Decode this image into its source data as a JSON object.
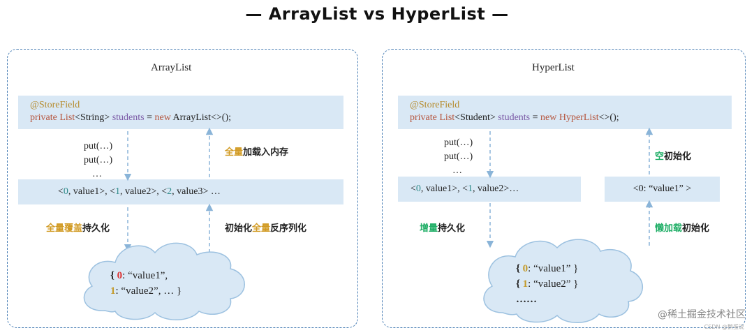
{
  "title": "— ArrayList  vs  HyperList —",
  "left": {
    "panel_title": "ArrayList",
    "annotation": "@StoreField",
    "code": {
      "kw1": "private ",
      "t1": "List",
      "g1": "<String> ",
      "var": "students",
      "eq": " = ",
      "kw2": "new ",
      "t2": "ArrayList",
      "end": "<>();"
    },
    "put_lines": [
      "put(…)",
      "put(…)",
      "…"
    ],
    "right_label": {
      "a": "全量",
      "b": "加载入内存"
    },
    "bar": {
      "p1": "<",
      "n1": "0",
      "m1": ", value1>,  <",
      "n2": "1",
      "m2": ", value2>,  <",
      "n3": "2",
      "m3": ", value3> …"
    },
    "bottom_left_label": {
      "a": "全量覆盖",
      "b": "持久化"
    },
    "bottom_right_label": {
      "a": "初始化",
      "b": "全量",
      "c": "反序列化"
    },
    "cloud": {
      "l1a": "{ ",
      "l1n": "0",
      "l1v": ": “value1”,",
      "l2n": "1",
      "l2v": ": “value2”,  … }"
    }
  },
  "right": {
    "panel_title": "HyperList",
    "annotation": "@StoreField",
    "code": {
      "kw1": "private ",
      "t1": "List",
      "g1": "<Student> ",
      "var": "students",
      "eq": " = ",
      "kw2": "new ",
      "t2": "HyperList",
      "end": "<>();"
    },
    "put_lines": [
      "put(…)",
      "put(…)",
      "…"
    ],
    "right_label": {
      "a": "空",
      "b": "初始化"
    },
    "bar": {
      "p1": "<",
      "n1": "0",
      "m1": ", value1>,  <",
      "n2": "1",
      "m2": ", value2>…"
    },
    "small_bar": "<0: “value1” >",
    "bottom_left_label": {
      "a": "增量",
      "b": "持久化"
    },
    "bottom_right_label": {
      "a": "懒加载",
      "b": "初始化"
    },
    "cloud": {
      "l1n": "0",
      "l1v": ": “value1” }",
      "l2n": "1",
      "l2v": ": “value2” }",
      "l3": "……"
    }
  },
  "watermark": "@稀土掘金技术社区",
  "watermark_small": "CSDN @鹅蛋说"
}
